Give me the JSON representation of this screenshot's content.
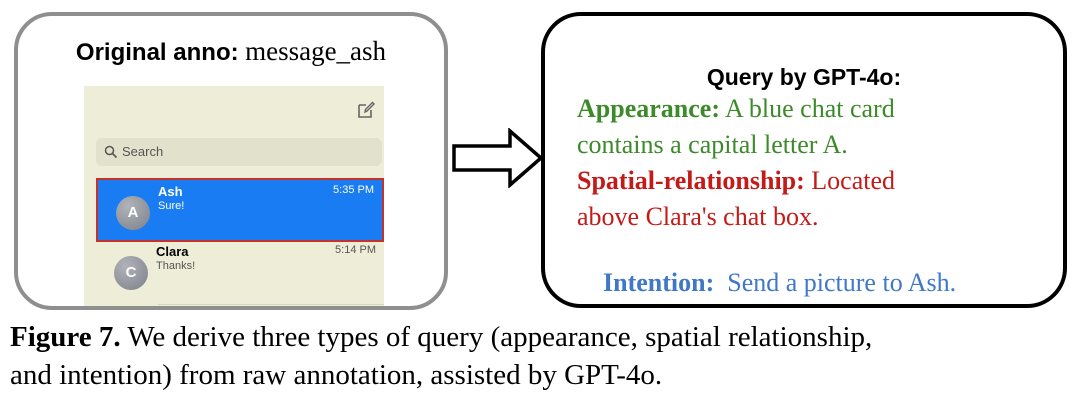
{
  "left_panel": {
    "title_bold": "Original anno:",
    "title_value": "message_ash",
    "phone": {
      "compose_icon": "compose-icon",
      "search_icon": "search-icon",
      "search_placeholder": "Search",
      "chats": [
        {
          "avatar_letter": "A",
          "name": "Ash",
          "message": "Sure!",
          "time": "5:35 PM"
        },
        {
          "avatar_letter": "C",
          "name": "Clara",
          "message": "Thanks!",
          "time": "5:14 PM"
        }
      ],
      "colors": {
        "selected_bg": "#1a7cf2",
        "selected_border": "#c8312a",
        "app_bg": "#eeeed8"
      }
    }
  },
  "arrow_icon": "right-arrow-icon",
  "right_panel": {
    "title": "Query by GPT-4o:",
    "appearance": {
      "label": "Appearance:",
      "text_line1": " A blue chat card",
      "text_line2": "contains a capital letter A.",
      "color": "#3d8a2a"
    },
    "spatial": {
      "label": "Spatial-relationship:",
      "text_line1": " Located",
      "text_line2": "above Clara's chat box.",
      "color": "#c41a18"
    },
    "intention": {
      "label": "Intention:",
      "text": "  Send a picture to Ash.",
      "color": "#3f78c8"
    }
  },
  "caption": {
    "label": "Figure 7.",
    "line1": " We derive three types of query (appearance, spatial relationship,",
    "line2": "and intention) from raw annotation, assisted by GPT-4o."
  }
}
